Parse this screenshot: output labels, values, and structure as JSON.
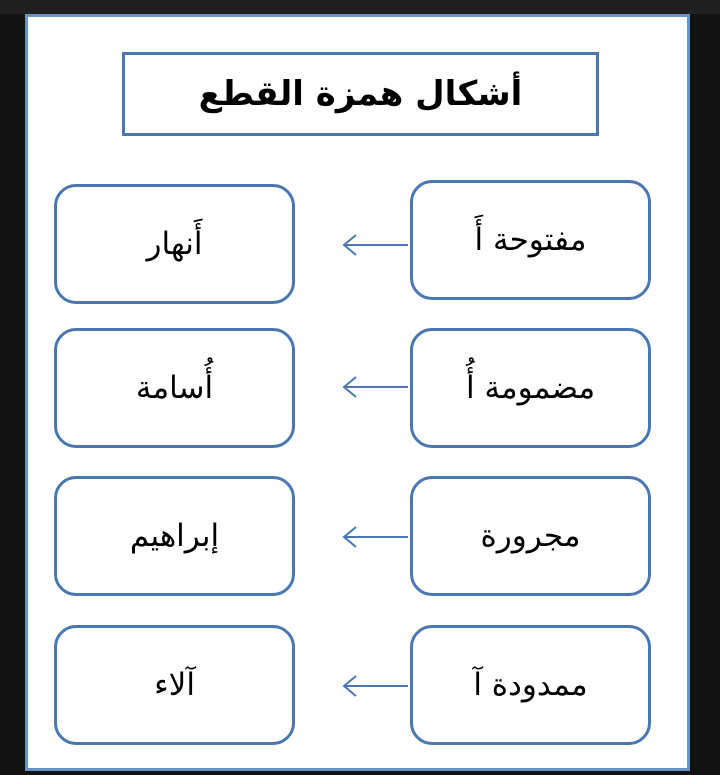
{
  "title": "أشكال همزة القطع",
  "rows": [
    {
      "form": "مفتوحة أَ",
      "example": "أَنهار"
    },
    {
      "form": "مضمومة أُ",
      "example": "أُسامة"
    },
    {
      "form": "مجرورة",
      "example": "إبراهيم"
    },
    {
      "form": "ممدودة آ",
      "example": "آلاء"
    }
  ],
  "colors": {
    "border": "#4a77b0",
    "arrow": "#4a77b0",
    "panel_border": "#6b93c2",
    "background": "#121212"
  }
}
